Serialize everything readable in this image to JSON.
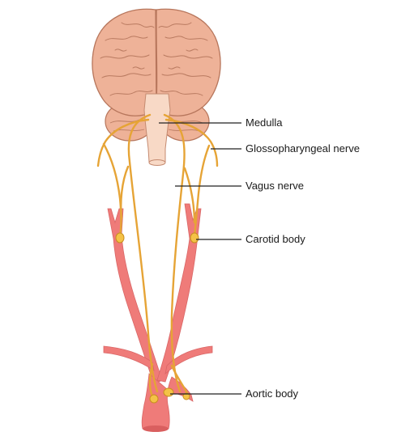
{
  "labels": {
    "medulla": "Medulla",
    "glossopharyngeal": "Glossopharyngeal nerve",
    "vagus": "Vagus nerve",
    "carotid_body": "Carotid body",
    "aortic_body": "Aortic body"
  },
  "colors": {
    "brain_fill": "#eeb298",
    "brain_outline": "#b7765c",
    "brain_folds": "#b97a60",
    "medulla_fill": "#f8d9c6",
    "artery_fill": "#ef7b79",
    "artery_dark": "#c95656",
    "nerve": "#e6a436",
    "body_node": "#f4c246",
    "leader_line": "#222222"
  }
}
